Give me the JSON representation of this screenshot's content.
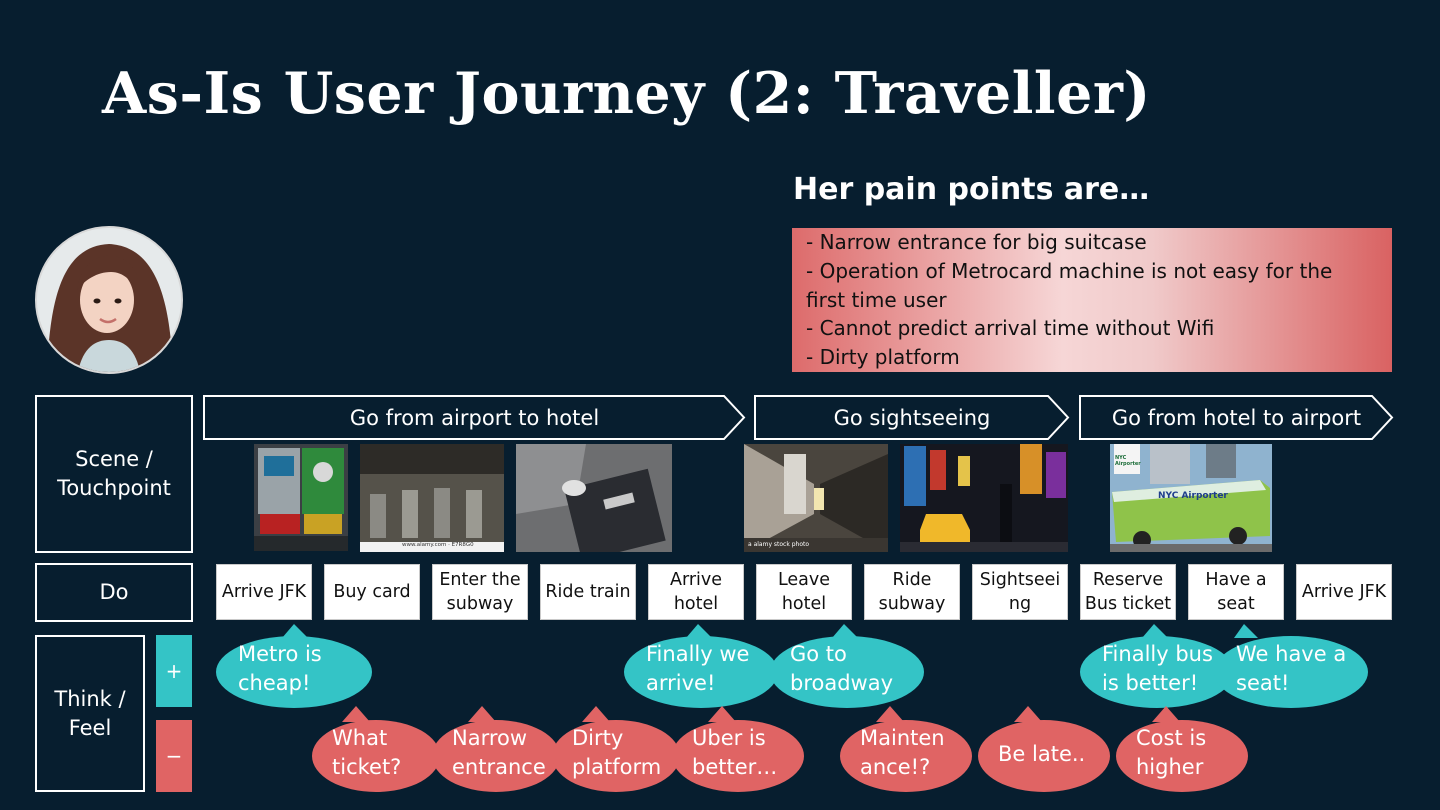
{
  "title": "As-Is User Journey (2: Traveller)",
  "pain_points": {
    "heading": "Her pain points are…",
    "lines": [
      "- Narrow entrance for big suitcase",
      "- Operation of Metrocard machine is not easy for the",
      "first time user",
      "- Cannot predict arrival time without Wifi",
      "- Dirty platform"
    ]
  },
  "rows": {
    "scene": [
      "Scene /",
      "Touchpoint"
    ],
    "do": "Do",
    "think": [
      "Think /",
      "Feel"
    ],
    "plus": "+",
    "minus": "−"
  },
  "scenes": [
    {
      "label": "Go from airport to hotel"
    },
    {
      "label": "Go sightseeing"
    },
    {
      "label": "Go from hotel to airport"
    }
  ],
  "photo_captions": {
    "alamy_small": "www.alamy.com · E7R8G0",
    "alamy_stock": "a alamy stock photo"
  },
  "photo_signs": {
    "bus_logo": "NYC Airporter",
    "bus_side": "NYC Airporter"
  },
  "actions": [
    {
      "l1": "Arrive JFK",
      "l2": ""
    },
    {
      "l1": "Buy card",
      "l2": ""
    },
    {
      "l1": "Enter the",
      "l2": "subway"
    },
    {
      "l1": "Ride train",
      "l2": ""
    },
    {
      "l1": "Arrive",
      "l2": "hotel"
    },
    {
      "l1": "Leave",
      "l2": "hotel"
    },
    {
      "l1": "Ride",
      "l2": "subway"
    },
    {
      "l1": "Sightseei",
      "l2": "ng"
    },
    {
      "l1": "Reserve",
      "l2": "Bus ticket"
    },
    {
      "l1": "Have a",
      "l2": "seat"
    },
    {
      "l1": "Arrive JFK",
      "l2": ""
    }
  ],
  "positive": [
    {
      "l1": "Metro is",
      "l2": "cheap!"
    },
    {
      "l1": "Finally we",
      "l2": "arrive!"
    },
    {
      "l1": "Go to",
      "l2": "broadway"
    },
    {
      "l1": "Finally bus",
      "l2": "is better!"
    },
    {
      "l1": "We have a",
      "l2": "seat!"
    }
  ],
  "negative": [
    {
      "l1": "What",
      "l2": "ticket?"
    },
    {
      "l1": "Narrow",
      "l2": "entrance"
    },
    {
      "l1": "Dirty",
      "l2": "platform"
    },
    {
      "l1": "Uber is",
      "l2": "better…"
    },
    {
      "l1": "Mainten",
      "l2": "ance!?"
    },
    {
      "l1": "Be late..",
      "l2": ""
    },
    {
      "l1": "Cost is",
      "l2": "higher"
    }
  ],
  "colors": {
    "background": "#071e2f",
    "positive": "#34c4c6",
    "negative": "#e06464"
  }
}
